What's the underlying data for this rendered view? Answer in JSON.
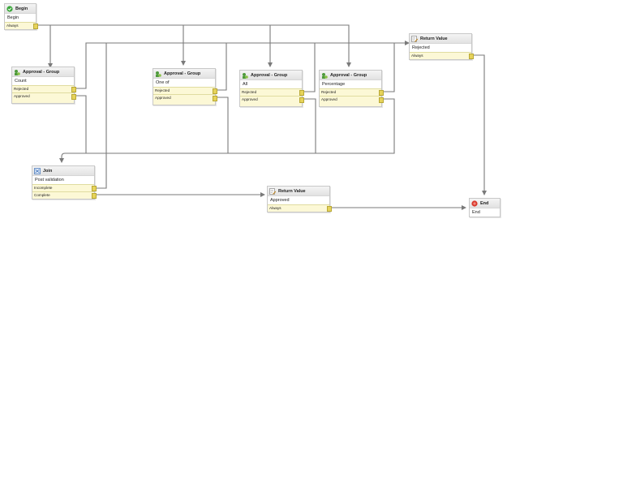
{
  "nodes": {
    "begin": {
      "title": "Begin",
      "subtitle": "Begin",
      "ports": [
        "Always"
      ],
      "icon": "begin-icon"
    },
    "ag_count": {
      "title": "Approval - Group",
      "subtitle": "Count",
      "ports": [
        "Rejected",
        "Approved"
      ],
      "icon": "approval-group-icon"
    },
    "ag_oneof": {
      "title": "Approval - Group",
      "subtitle": "One of",
      "ports": [
        "Rejected",
        "Approved"
      ],
      "icon": "approval-group-icon"
    },
    "ag_all": {
      "title": "Approval - Group",
      "subtitle": "All",
      "ports": [
        "Rejected",
        "Approved"
      ],
      "icon": "approval-group-icon"
    },
    "ag_percent": {
      "title": "Approval - Group",
      "subtitle": "Percentage",
      "ports": [
        "Rejected",
        "Approved"
      ],
      "icon": "approval-group-icon"
    },
    "rv_rejected": {
      "title": "Return Value",
      "subtitle": "Rejected",
      "ports": [
        "Always"
      ],
      "icon": "return-value-icon"
    },
    "join": {
      "title": "Join",
      "subtitle": "Post validation",
      "ports": [
        "Incomplete",
        "Complete"
      ],
      "icon": "join-icon"
    },
    "rv_approved": {
      "title": "Return Value",
      "subtitle": "Approved",
      "ports": [
        "Always"
      ],
      "icon": "return-value-icon"
    },
    "end": {
      "title": "End",
      "subtitle": "End",
      "ports": [],
      "icon": "end-icon"
    }
  },
  "colors": {
    "wire": "#7a7a7a",
    "port_fill": "#fcf8d6",
    "knob": "#e6d35a",
    "begin_icon": "#3aa63a",
    "end_icon": "#d9382c",
    "approval_icon": "#4f9a3c",
    "join_icon": "#3b6fb6"
  }
}
